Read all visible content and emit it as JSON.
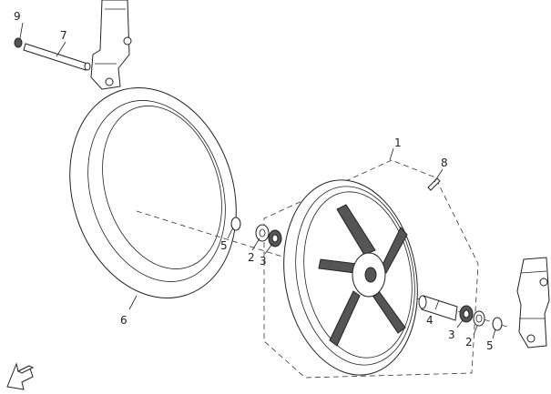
{
  "diagram": {
    "title_logo": "FR",
    "callouts": [
      {
        "id": "9",
        "part": "9"
      },
      {
        "id": "7",
        "part": "7"
      },
      {
        "id": "1",
        "part": "1"
      },
      {
        "id": "8",
        "part": "8"
      },
      {
        "id": "5a",
        "part": "5"
      },
      {
        "id": "2a",
        "part": "2"
      },
      {
        "id": "3a",
        "part": "3"
      },
      {
        "id": "6",
        "part": "6"
      },
      {
        "id": "4",
        "part": "4"
      },
      {
        "id": "3b",
        "part": "3"
      },
      {
        "id": "2b",
        "part": "2"
      },
      {
        "id": "5b",
        "part": "5"
      }
    ]
  }
}
